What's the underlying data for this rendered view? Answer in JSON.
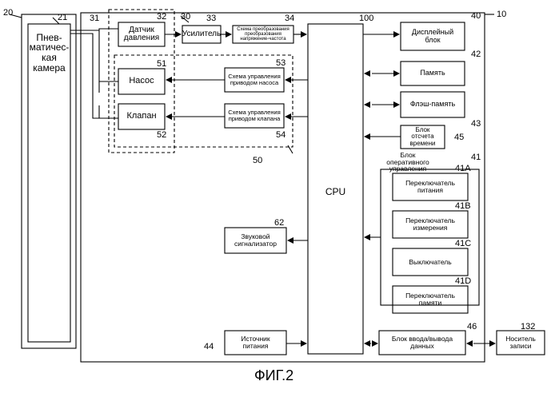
{
  "figure": {
    "caption": "ФИГ.2",
    "blocks": {
      "camera": "Пнев-\nматичес-\nкая\nкамера",
      "sensor": "Датчик\nдавления",
      "amplifier": "Усилитель",
      "converter": "Схема преобразования\nпреобразования\nнапряжение-частота",
      "pump": "Насос",
      "valve": "Клапан",
      "pump_driver": "Схема управления\nприводом насоса",
      "valve_driver": "Схема управления\nприводом клапана",
      "cpu": "CPU",
      "display": "Дисплейный\nблок",
      "memory": "Память",
      "flash": "Флэш-память",
      "timer": "Блок\nотсчета\nвремени",
      "op_unit": "Блок\nоперативного\nуправления",
      "power_switch": "Переключатель\nпитания",
      "measure_switch": "Переключатель\nизмерения",
      "off_switch": "Выключатель",
      "memory_switch": "Переключатель\nпамяти",
      "buzzer": "Звуковой\nсигнализатор",
      "power_source": "Источник\nпитания",
      "io_unit": "Блок ввода/вывода\nданных",
      "medium": "Носитель\nзаписи"
    },
    "refs": {
      "r10": "10",
      "r20": "20",
      "r21": "21",
      "r30": "30",
      "r31": "31",
      "r32": "32",
      "r33": "33",
      "r34": "34",
      "r100": "100",
      "r40": "40",
      "r42": "42",
      "r43": "43",
      "r45": "45",
      "r41": "41",
      "r41A": "41A",
      "r41B": "41B",
      "r41C": "41C",
      "r41D": "41D",
      "r51": "51",
      "r52": "52",
      "r53": "53",
      "r54": "54",
      "r50": "50",
      "r62": "62",
      "r44": "44",
      "r46": "46",
      "r132": "132"
    }
  }
}
